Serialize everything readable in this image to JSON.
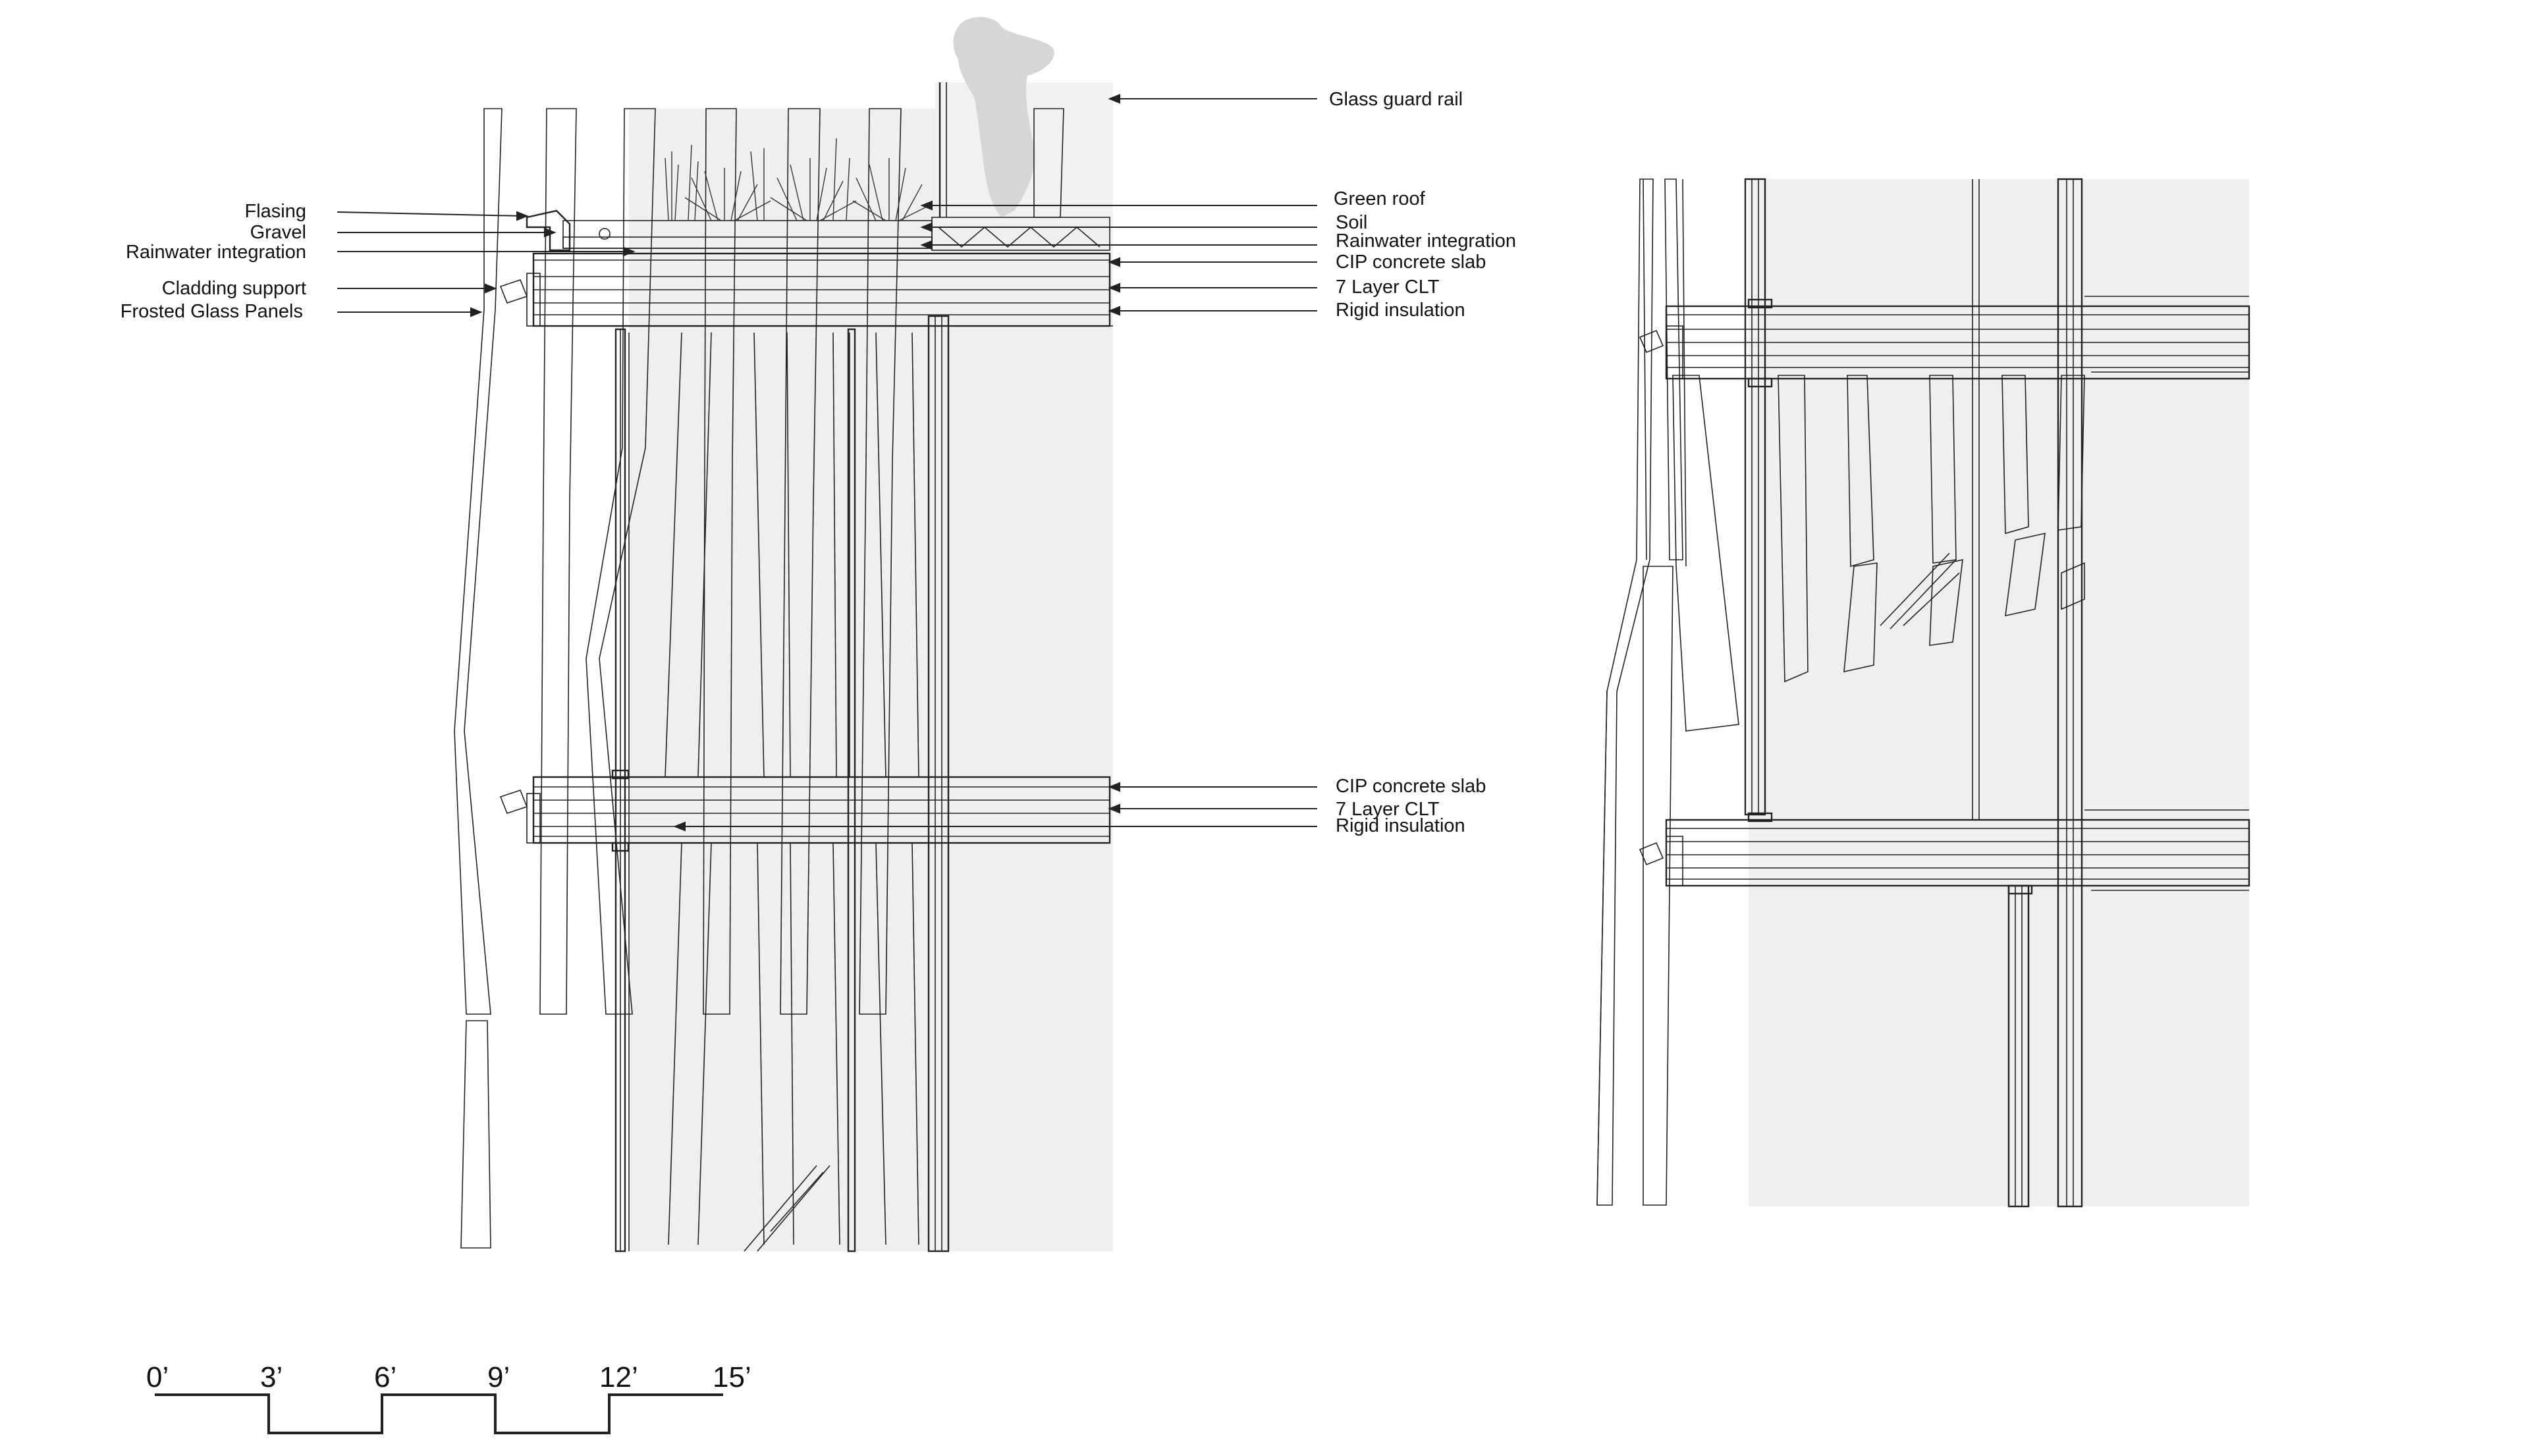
{
  "left_section": {
    "labels_left": [
      "Flasing",
      "Gravel",
      "Rainwater integration",
      "Cladding support",
      "Frosted Glass Panels"
    ],
    "labels_right_top": [
      "Glass guard rail",
      "Green roof",
      "Soil",
      "Rainwater integration",
      "CIP concrete slab",
      "7 Layer CLT",
      "Rigid insulation"
    ],
    "labels_right_mid": [
      "CIP concrete slab",
      "7 Layer CLT",
      "Rigid insulation"
    ]
  },
  "scale_bar": {
    "ticks": [
      "0’",
      "3’",
      "6’",
      "9’",
      "12’",
      "15’"
    ]
  },
  "colors": {
    "line": "#222222",
    "interior_fill": "#efefef",
    "figure_fill": "#d8d8d8",
    "slab_fill": "#f7f7f7"
  }
}
